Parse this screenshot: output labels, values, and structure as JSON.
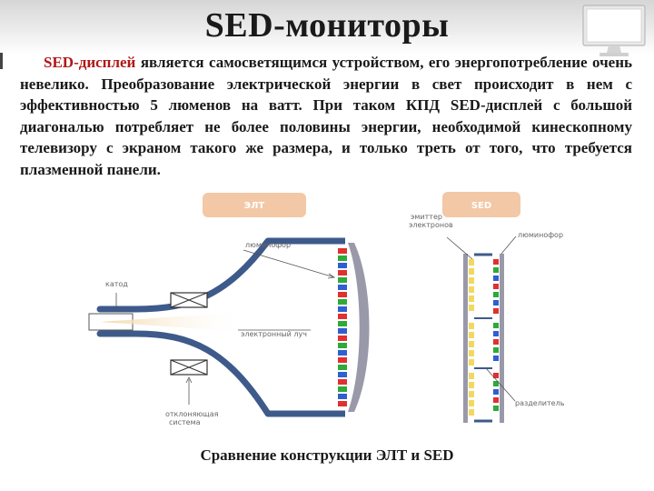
{
  "slide": {
    "title": "SED-мониторы",
    "paragraph": {
      "term": "SED-дисплей",
      "text": " является самосветящимся устройством, его энергопотребление очень невелико. Преобразование электрической энергии в свет происходит в нем с эффективностью 5 люменов на ватт. При таком КПД SED-дисплей с большой диагональю потребляет не более половины энергии, необходимой кинескопному телевизору с экраном такого же размера, и только треть от того, что требуется плазменной панели."
    },
    "caption": "Сравнение конструкции ЭЛТ и SED"
  },
  "diagram": {
    "crt": {
      "header": "ЭЛТ",
      "labels": {
        "phosphor": "люминофор",
        "cathode": "катод",
        "beam": "электронный луч",
        "deflection_line1": "отклоняющая",
        "deflection_line2": "система"
      }
    },
    "sed": {
      "header": "SED",
      "labels": {
        "emitter_line1": "эмиттер",
        "emitter_line2": "электронов",
        "phosphor": "люминофор",
        "spacer": "разделитель"
      }
    },
    "colors": {
      "header_box": "#f3c8a6",
      "crt_body": "#3d5a8a",
      "screen_glass": "#9999aa",
      "phosphor_red": "#e03030",
      "phosphor_green": "#2eaa3a",
      "phosphor_blue": "#2f5fd0",
      "emitter_yellow": "#f2d860",
      "beam": "#f2d8a8"
    }
  }
}
